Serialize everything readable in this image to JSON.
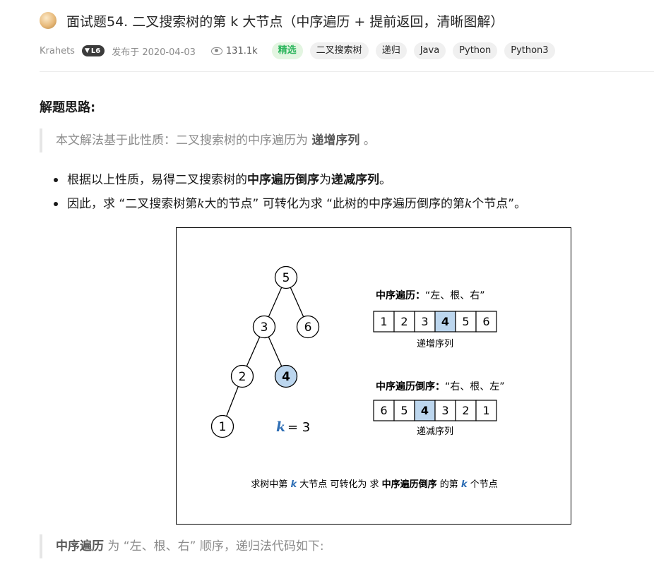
{
  "header": {
    "title": "面试题54. 二叉搜索树的第 k 大节点（中序遍历 + 提前返回，清晰图解）"
  },
  "meta": {
    "author": "Krahets",
    "level": "L6",
    "published": "发布于 2020-04-03",
    "views": "131.1k",
    "tags": [
      "精选",
      "二叉搜索树",
      "递归",
      "Java",
      "Python",
      "Python3"
    ]
  },
  "content": {
    "heading": "解题思路:",
    "quote1": {
      "pre": "本文解法基于此性质：二叉搜索树的中序遍历为 ",
      "bold": "递增序列",
      "post": " 。"
    },
    "bullets": [
      {
        "a": "根据以上性质，易得二叉搜索树的 ",
        "b1": "中序遍历倒序",
        "c": " 为 ",
        "b2": "递减序列",
        "d": " 。"
      },
      {
        "a": "因此，求 “二叉搜索树第 ",
        "k1": "k",
        "b": " 大的节点” 可转化为求 “此树的中序遍历倒序的第 ",
        "k2": "k",
        "c": " 个节点”。"
      }
    ],
    "quote2": {
      "bold": "中序遍历",
      "rest": " 为 “左、根、右” 顺序，递归法代码如下:"
    }
  },
  "figure": {
    "tree_nodes": [
      "5",
      "3",
      "6",
      "2",
      "4",
      "1"
    ],
    "k_eq": "= 3",
    "k_symbol": "k",
    "inorder_label_bold": "中序遍历：",
    "inorder_label_rest": "“左、根、右”",
    "inorder_values": [
      "1",
      "2",
      "3",
      "4",
      "5",
      "6"
    ],
    "inorder_caption": "递增序列",
    "reverse_label_bold": "中序遍历倒序：",
    "reverse_label_rest": "“右、根、左”",
    "reverse_values": [
      "6",
      "5",
      "4",
      "3",
      "2",
      "1"
    ],
    "reverse_caption": "递减序列",
    "bottom_a": "求树中第 ",
    "bottom_k1": "k",
    "bottom_b": " 大节点 可转化为 求 ",
    "bottom_bold": "中序遍历倒序",
    "bottom_c": " 的第 ",
    "bottom_k2": "k",
    "bottom_d": " 个节点",
    "colors": {
      "highlight": "#bcd6ee",
      "k_blue": "#2f6fb5",
      "border": "#000000"
    }
  }
}
